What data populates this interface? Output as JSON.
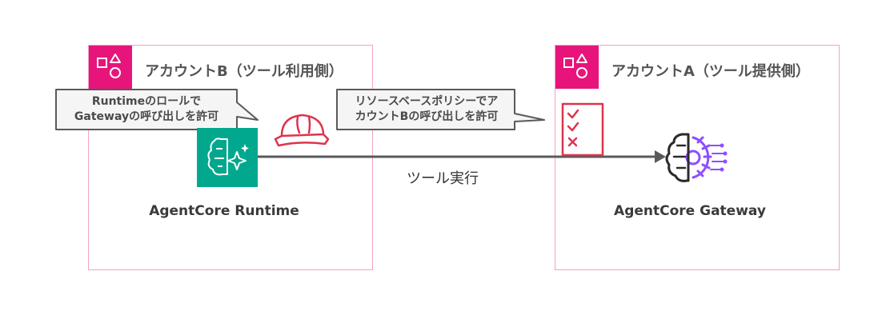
{
  "account_b": {
    "title": "アカウントB（ツール利用側）"
  },
  "account_a": {
    "title": "アカウントA（ツール提供側）"
  },
  "runtime": {
    "label": "AgentCore Runtime"
  },
  "gateway": {
    "label": "AgentCore Gateway"
  },
  "callout_role": {
    "line1": "Runtimeのロールで",
    "line2": "Gatewayの呼び出しを許可"
  },
  "callout_policy": {
    "line1": "リソースベースポリシーでア",
    "line2": "カウントBの呼び出しを許可"
  },
  "flow": {
    "label": "ツール実行"
  },
  "colors": {
    "account_accent": "#e7157b",
    "account_border": "#f2a3c4",
    "runtime_green": "#01a88d",
    "iam_red": "#dd344c",
    "gateway_purple": "#8c4fff",
    "arrow": "#5a5a5a"
  }
}
